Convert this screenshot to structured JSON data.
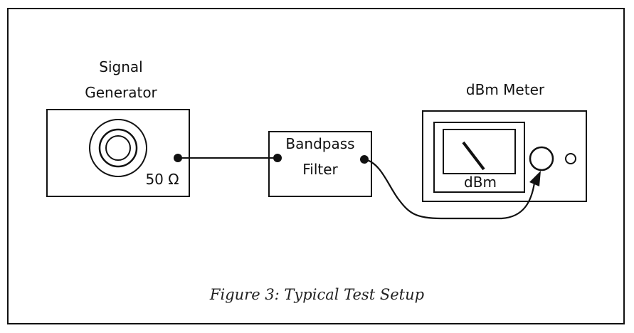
{
  "signal_generator": {
    "title_line1": "Signal",
    "title_line2": "Generator",
    "impedance": "50 Ω",
    "icon": "concentric-dial"
  },
  "filter": {
    "label_line1": "Bandpass",
    "label_line2": "Filter"
  },
  "meter": {
    "title": "dBm Meter",
    "scale_label": "dBm",
    "icon": "analog-needle-meter"
  },
  "caption": "Figure 3: Typical Test Setup"
}
